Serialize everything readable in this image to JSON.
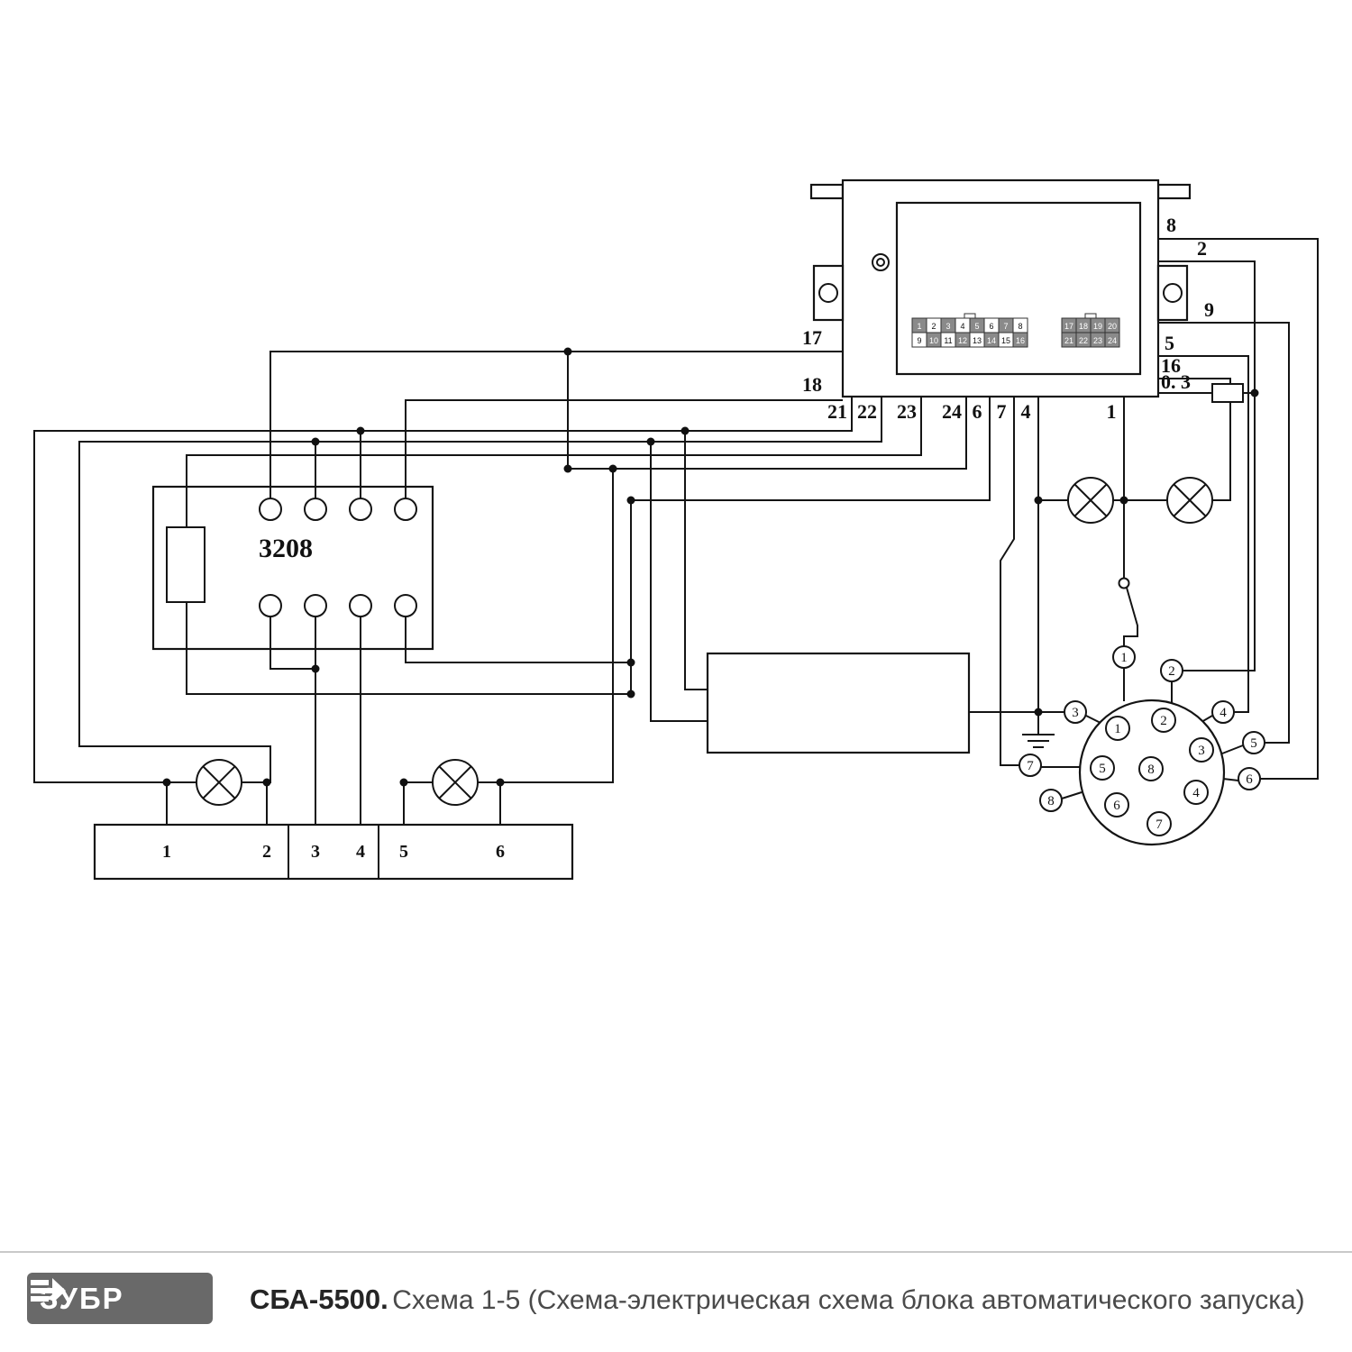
{
  "footer": {
    "logo": "ЗУБР",
    "model": "СБА-5500.",
    "caption": "Схема 1-5 (Схема-электрическая схема блока автоматического запуска)"
  },
  "control_unit": {
    "left_pins": [
      "17",
      "18"
    ],
    "right_pins": [
      "8",
      "2",
      "9",
      "5",
      "16",
      "0. 3"
    ],
    "bottom_pins": [
      "21",
      "22",
      "23",
      "24",
      "6",
      "7",
      "4",
      "1"
    ],
    "connector_a": {
      "row1": [
        "1",
        "2",
        "3",
        "4",
        "5",
        "6",
        "7",
        "8"
      ],
      "row2": [
        "9",
        "10",
        "11",
        "12",
        "13",
        "14",
        "15",
        "16"
      ]
    },
    "connector_b": {
      "row1": [
        "17",
        "18",
        "19",
        "20"
      ],
      "row2": [
        "21",
        "22",
        "23",
        "24"
      ]
    }
  },
  "relay": {
    "label": "3208"
  },
  "terminal_strip": {
    "pins": [
      "1",
      "2",
      "3",
      "4",
      "5",
      "6"
    ]
  },
  "round_connector": {
    "inner_pins": [
      "1",
      "2",
      "3",
      "5",
      "8",
      "6",
      "4",
      "7"
    ],
    "outer_pins": [
      "1",
      "2",
      "3",
      "4",
      "5",
      "6",
      "7",
      "8"
    ]
  }
}
